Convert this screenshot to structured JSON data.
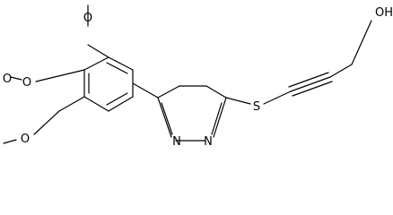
{
  "molecule": {
    "atoms": [
      {
        "id": "O1",
        "label": "O"
      },
      {
        "id": "O2",
        "label": "O"
      },
      {
        "id": "O3",
        "label": "O"
      },
      {
        "id": "O4",
        "label": "O"
      },
      {
        "id": "O5",
        "label": "OH"
      },
      {
        "id": "N1",
        "label": "N"
      },
      {
        "id": "N2",
        "label": "N"
      },
      {
        "id": "S1",
        "label": "S"
      }
    ]
  }
}
